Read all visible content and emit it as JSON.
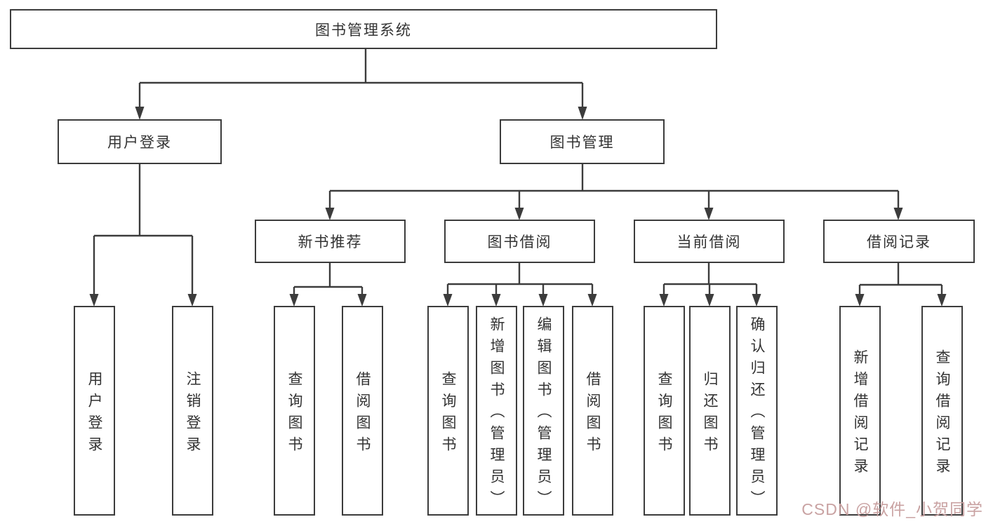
{
  "diagram": {
    "root": {
      "label": "图书管理系统"
    },
    "level2": [
      {
        "label": "用户登录"
      },
      {
        "label": "图书管理"
      }
    ],
    "level3": [
      {
        "label": "新书推荐"
      },
      {
        "label": "图书借阅"
      },
      {
        "label": "当前借阅"
      },
      {
        "label": "借阅记录"
      }
    ],
    "leaves": [
      {
        "label": "用户登录"
      },
      {
        "label": "注销登录"
      },
      {
        "label": "查询图书"
      },
      {
        "label": "借阅图书"
      },
      {
        "label": "查询图书"
      },
      {
        "label": "新增图书（管理员）"
      },
      {
        "label": "编辑图书（管理员）"
      },
      {
        "label": "借阅图书"
      },
      {
        "label": "查询图书"
      },
      {
        "label": "归还图书"
      },
      {
        "label": "确认归还（管理员）"
      },
      {
        "label": "新增借阅记录"
      },
      {
        "label": "查询借阅记录"
      }
    ]
  },
  "watermark": {
    "text": "CSDN @软件_小贺同学"
  },
  "colors": {
    "line": "#3c3c3c",
    "text": "#333333",
    "background": "#ffffff",
    "watermark": "#c9a2a2"
  }
}
